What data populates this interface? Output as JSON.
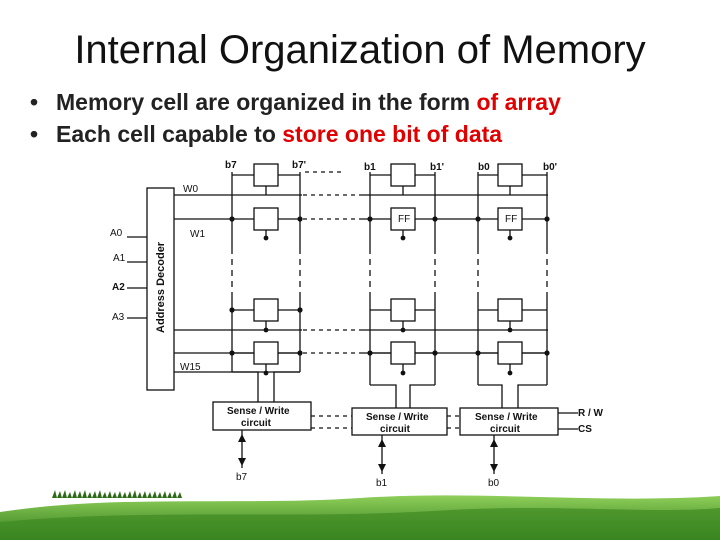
{
  "title": "Internal Organization of Memory",
  "bullets": [
    {
      "bullet": "•",
      "text": "Memory cell are organized in the form ",
      "highlight": "of array"
    },
    {
      "bullet": "•",
      "text": "Each cell capable to ",
      "highlight": "store one bit of data"
    }
  ],
  "diagram": {
    "bit_lines": {
      "b7": "b7",
      "b7p": "b7'",
      "b1": "b1",
      "b1p": "b1'",
      "b0": "b0",
      "b0p": "b0'"
    },
    "word_lines": {
      "w0": "W0",
      "w1": "W1",
      "w15": "W15"
    },
    "address_inputs": [
      "A0",
      "A1",
      "A2",
      "A3"
    ],
    "decoder_label": "Address Decoder",
    "ff_label": "FF",
    "sense_write": {
      "line1": "Sense / Write",
      "line2": "circuit"
    },
    "outputs": {
      "b7": "b7",
      "b1": "b1",
      "b0": "b0"
    },
    "controls": {
      "rw": "R / W",
      "cs": "CS"
    }
  },
  "colors": {
    "highlight": "#e00000",
    "text": "#222222",
    "grass": "#4f9a2c"
  }
}
